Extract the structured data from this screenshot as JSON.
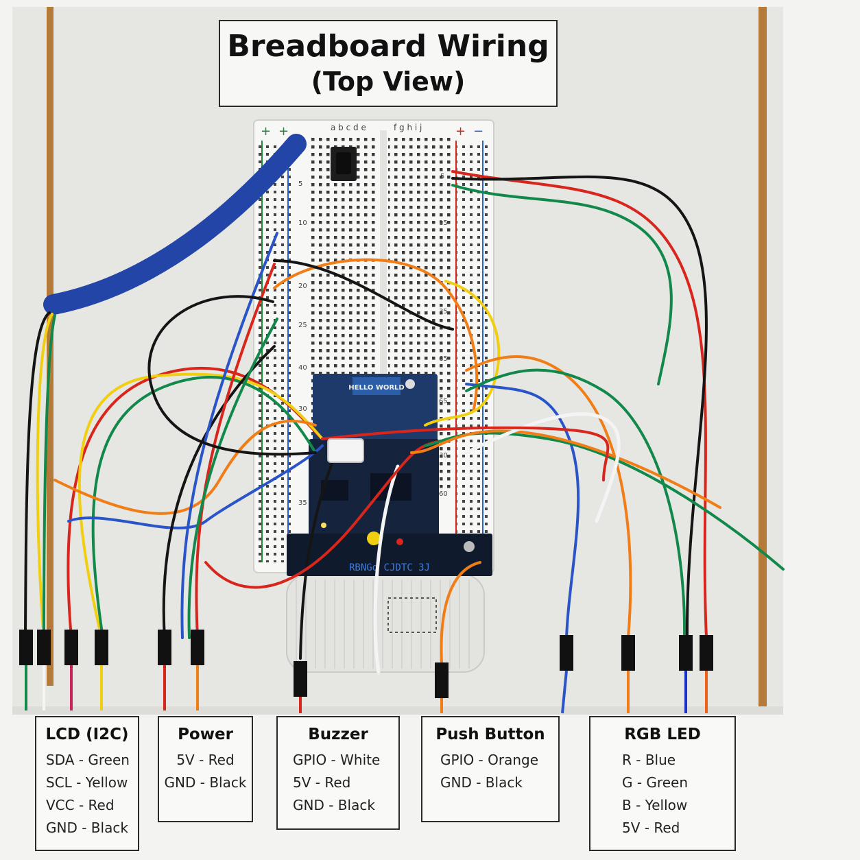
{
  "title": {
    "line1": "Breadboard Wiring",
    "line2": "(Top View)"
  },
  "board": {
    "columns_left": "a b c d e",
    "columns_right": "f g h i j",
    "rail_plus": "+",
    "rail_minus": "−",
    "row_numbers_left": [
      "5",
      "10",
      "20",
      "25",
      "40",
      "30",
      "35"
    ],
    "row_numbers_right": [
      "5",
      "15",
      "35",
      "65",
      "65",
      "30",
      "60"
    ],
    "module_label": "HELLO WORLD",
    "header_text": "RBNGd CJDTC 3J"
  },
  "colors": {
    "red": "#d8261c",
    "black": "#151515",
    "green": "#12884a",
    "yellow": "#f1cf10",
    "blue": "#2a55c8",
    "orange": "#f07d15",
    "white": "#f4f4f4",
    "conduit": "#2445a8",
    "pcb": "#15233d"
  },
  "legends": {
    "lcd": {
      "title": "LCD (I2C)",
      "items": [
        "SDA  -  Green",
        "SCL  -  Yellow",
        "VCC  -  Red",
        "GND  -  Black"
      ]
    },
    "power": {
      "title": "Power",
      "items": [
        "5V  -  Red",
        "GND  -  Black"
      ]
    },
    "buzzer": {
      "title": "Buzzer",
      "items": [
        "GPIO  -  White",
        "5V  -  Red",
        "GND  -  Black"
      ]
    },
    "button": {
      "title": "Push Button",
      "items": [
        "GPIO  -  Orange",
        "GND  -  Black"
      ]
    },
    "rgb": {
      "title": "RGB LED",
      "items": [
        "R  -  Blue",
        "G  -  Green",
        "B  -  Yellow",
        "5V  -  Red"
      ]
    }
  }
}
